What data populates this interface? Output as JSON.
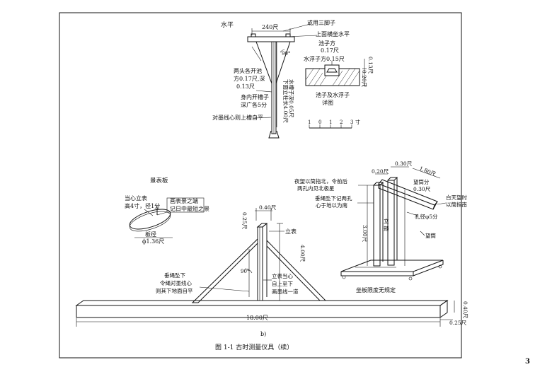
{
  "top_diagram": {
    "title": "水平",
    "labels": {
      "width_240": "240尺",
      "or_three_feet": "或用三脚子",
      "top_surface_level": "上面横坐水平",
      "angle_90": "90°",
      "flute_width": "池子方",
      "flute_width_val": "0.17尺",
      "floater_width": "水浮子方0.15尺",
      "height_013": "0.13尺",
      "height_020": "0.20尺",
      "end_holes": [
        "两头各开池",
        "方0.17尺,深",
        "0.13尺"
      ],
      "inner_grooves": [
        "身内开槽子",
        "深广各5分"
      ],
      "leg_length": "下面立柱长4.00尺",
      "water_depth": "水槽子深0.05尺",
      "plumb_note": "对墨线心则上槽自平",
      "detail_caption": [
        "池子及水浮子",
        "详图"
      ],
      "scale_ticks": [
        "1",
        "0",
        "1",
        "2",
        "3"
      ],
      "scale_unit": "寸"
    }
  },
  "left_small": {
    "title": "景表板",
    "center_note": [
      "当心立表",
      "高4寸，径1分"
    ],
    "mark_note": [
      "画表景之端",
      "记日中最短之景"
    ],
    "diameter_label": [
      "板径",
      "ϕ1.36尺"
    ]
  },
  "main_frame": {
    "top_size": "0.40尺",
    "post_size": "0.25尺",
    "upright_label": "立表",
    "height_400": "4.00尺",
    "angle_90": "90°",
    "plumb_left": [
      "垂绳坠下",
      "令绳对墨线心",
      "则其下地面自平"
    ],
    "plumb_center": [
      "立表当心",
      "自上至下",
      "画墨线一道"
    ],
    "base_length": "18.00尺",
    "base_height": "0.40尺",
    "base_width": "0.25尺",
    "sub_label": "b)"
  },
  "right_device": {
    "dim_030": "0.30尺",
    "dim_020": "0.20尺",
    "dim_180": "1.80尺",
    "inner_size": [
      "望筒分",
      "0.30尺"
    ],
    "night_note": [
      "夜望以筒指北，令前后",
      "两孔内见北极星"
    ],
    "drop_note": [
      "垂绳坠下记两孔",
      "心于地以为南"
    ],
    "day_note": [
      "白天望时",
      "以筒指南"
    ],
    "hole_note": "孔径φ5分",
    "post_height": "3.00尺",
    "post_label": [
      "立",
      "颊"
    ],
    "tube_label": "望筒",
    "base_note": "坐板限度无规定"
  },
  "caption": "图 1-1   古时测量仪具（续）",
  "page_number": "3"
}
